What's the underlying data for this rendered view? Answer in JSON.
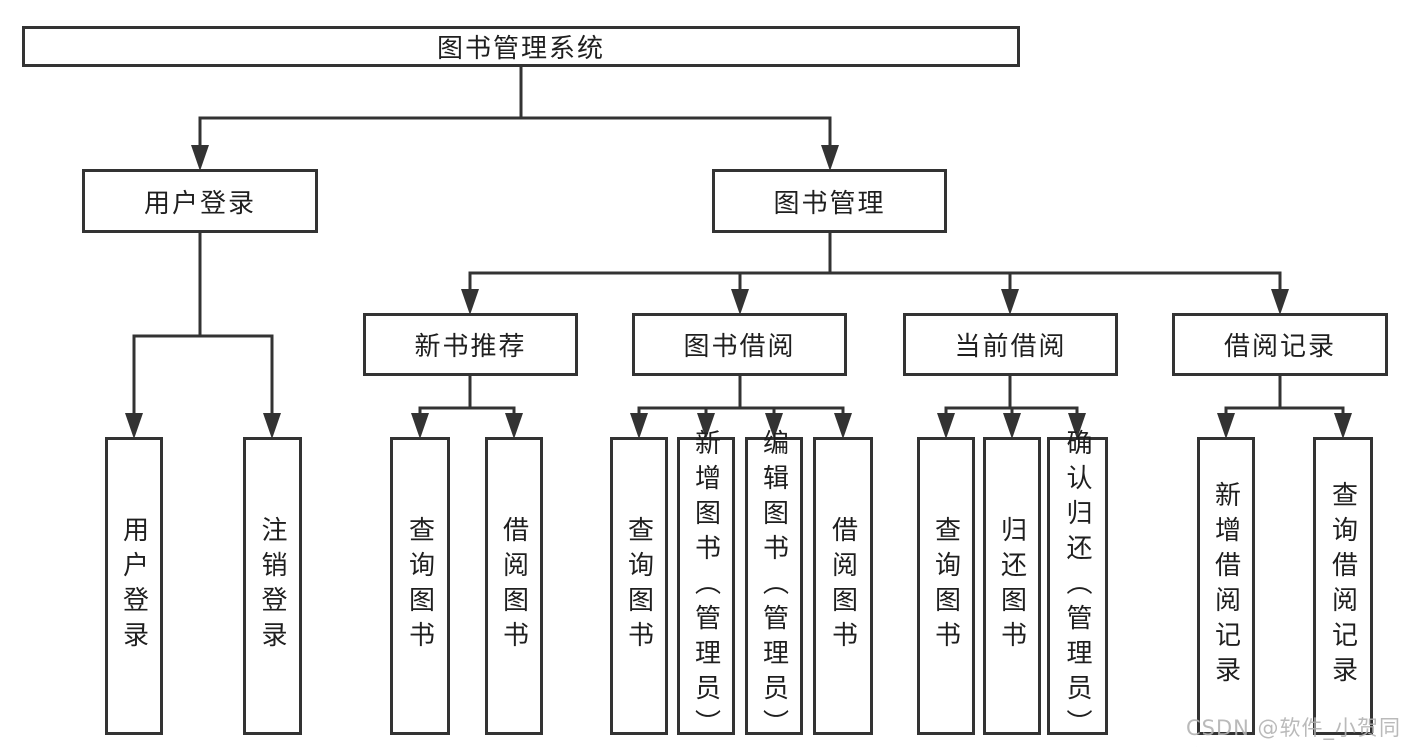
{
  "tree": {
    "label": "图书管理系统",
    "children": [
      {
        "label": "用户登录",
        "children": [
          {
            "label": "用户登录"
          },
          {
            "label": "注销登录"
          }
        ]
      },
      {
        "label": "图书管理",
        "children": [
          {
            "label": "新书推荐",
            "children": [
              {
                "label": "查询图书"
              },
              {
                "label": "借阅图书"
              }
            ]
          },
          {
            "label": "图书借阅",
            "children": [
              {
                "label": "查询图书"
              },
              {
                "label": "新增图书（管理员）"
              },
              {
                "label": "编辑图书（管理员）"
              },
              {
                "label": "借阅图书"
              }
            ]
          },
          {
            "label": "当前借阅",
            "children": [
              {
                "label": "查询图书"
              },
              {
                "label": "归还图书"
              },
              {
                "label": "确认归还（管理员）"
              }
            ]
          },
          {
            "label": "借阅记录",
            "children": [
              {
                "label": "新增借阅记录"
              },
              {
                "label": "查询借阅记录"
              }
            ]
          }
        ]
      }
    ]
  },
  "watermark": {
    "text": "CSDN @软件_小贺同学"
  },
  "colors": {
    "line": "#333333",
    "box_border": "#333333",
    "text": "#1f1f1f",
    "watermark": "#b3b3b3",
    "background": "#ffffff"
  }
}
